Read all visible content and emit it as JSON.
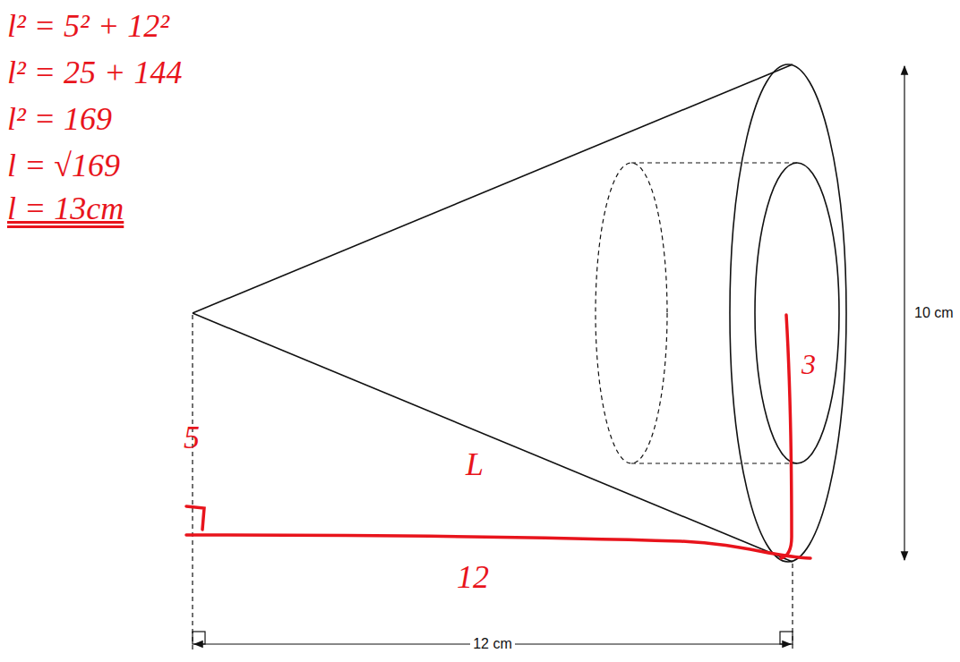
{
  "diagram": {
    "labels": [
      "l² = 5² + 12²",
      "l² = 25 + 144",
      "l² = 169",
      "l = √169",
      "l = 13cm",
      "5",
      "L",
      "3",
      "12",
      "10 cm",
      "12 cm"
    ]
  }
}
